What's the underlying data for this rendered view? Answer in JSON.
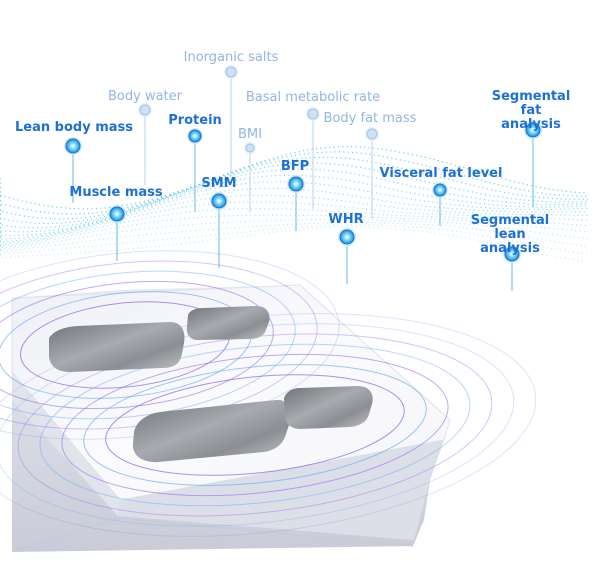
{
  "metrics": {
    "inorganic_salts": "Inorganic salts",
    "body_water": "Body water",
    "basal_metabolic_rate": "Basal metabolic rate",
    "segmental_fat_analysis": "Segmental fat\nanalysis",
    "lean_body_mass": "Lean body mass",
    "protein": "Protein",
    "body_fat_mass": "Body fat mass",
    "bmi": "BMI",
    "muscle_mass": "Muscle mass",
    "smm": "SMM",
    "bfp": "BFP",
    "visceral_fat_level": "Visceral fat level",
    "whr": "WHR",
    "segmental_lean_analysis": "Segmental lean\nanalysis"
  },
  "colors": {
    "primary_blue": "#1e6fd6",
    "light_blue": "#8fb6e6",
    "wave_cyan": "#47c2e8",
    "scale_body": "#f7f8fb",
    "electrode": "#8a8d92",
    "ring_purple": "#8d6cf0"
  }
}
